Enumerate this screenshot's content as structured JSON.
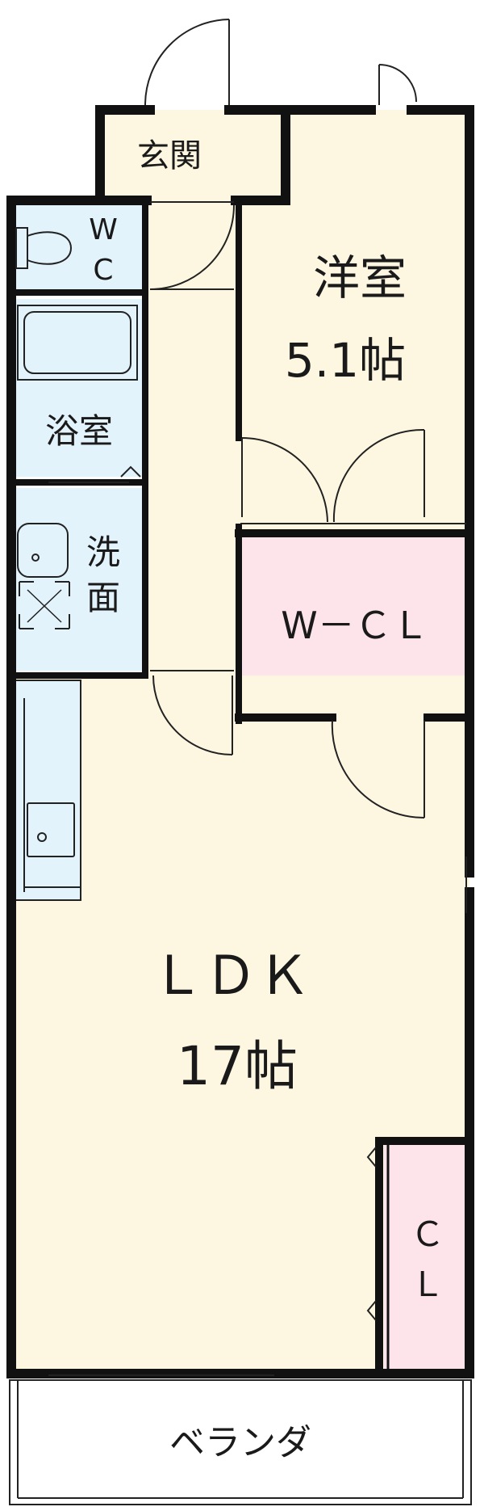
{
  "colors": {
    "floor": "#fdf6e0",
    "wet": "#e3f3fc",
    "closet": "#fce4ea",
    "wall": "#111111",
    "line": "#222222"
  },
  "rooms": {
    "genkan": "玄関",
    "wc": {
      "line1": "W",
      "line2": "C"
    },
    "bath": "浴室",
    "wash": {
      "line1": "洗",
      "line2": "面"
    },
    "western": {
      "name": "洋室",
      "size": "5.1帖"
    },
    "wcl": "W－ＣＬ",
    "ldk": {
      "name": "ＬＤＫ",
      "size": "17帖"
    },
    "cl": {
      "line1": "Ｃ",
      "line2": "Ｌ"
    },
    "veranda": "ベランダ"
  }
}
